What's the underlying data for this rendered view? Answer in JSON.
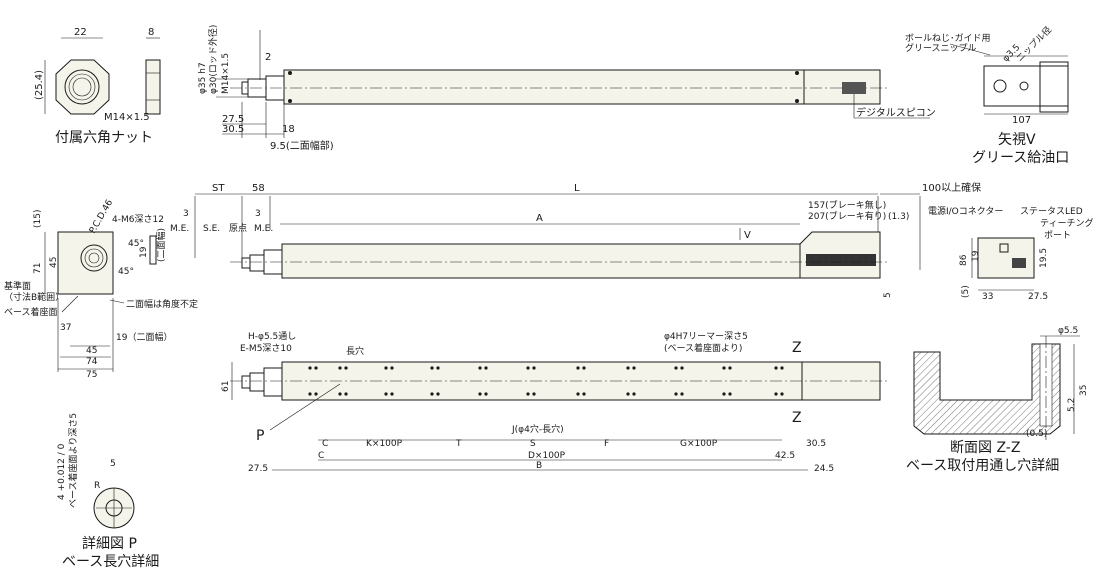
{
  "nut": {
    "dims": [
      "22",
      "8",
      "(25.4)",
      "M14×1.5"
    ],
    "caption": "付属六角ナット"
  },
  "rod_view": {
    "dims_vertical": [
      "φ35 h7",
      "φ30(ロッド外径)",
      "M14×1.5"
    ],
    "dims": [
      "2",
      "27.5",
      "30.5",
      "18",
      "9.5(二面幅部)"
    ],
    "label": "デジタルスピコン"
  },
  "view_v": {
    "label_top_line1": "ボールねじ･ガイド用",
    "label_top_line2": "グリースニップル",
    "dim_phi": "φ3.5",
    "dim_phi_note": "ニップル径",
    "dim_width": "107",
    "caption_line1": "矢視V",
    "caption_line2": "グリース給油口"
  },
  "end_view": {
    "dims_left": [
      "(15)",
      "45",
      "71"
    ],
    "pcd": "P.C.D.46",
    "hole": "4-M6深さ12",
    "angle1": "45°",
    "angle2": "45°",
    "side_dims": [
      "19",
      "(二面幅)"
    ],
    "label_base_line1": "基準面",
    "label_base_line2": "（寸法B範囲）",
    "label_mount": "ベース着座面",
    "label_twoface": "二面幅は角度不定",
    "dims_bottom": [
      "37",
      "19（二面幅）",
      "45",
      "74",
      "75"
    ]
  },
  "main_side": {
    "dims_top": [
      "ST",
      "58",
      "L",
      "A",
      "100以上確保"
    ],
    "stroke_marks": [
      "3",
      "M.E.",
      "S.E.",
      "原点",
      "3",
      "M.E."
    ],
    "brake_line1": "157(ブレーキ無し)",
    "brake_line2": "207(ブレーキ有り)",
    "dim_13": "(1.3)",
    "arrow_v": "V",
    "dim_5": "5"
  },
  "right_end": {
    "labels": [
      "電源I/Oコネクター",
      "ステータスLED",
      "ティーチング",
      "ポート"
    ],
    "dims": [
      "86",
      "19",
      "19.5",
      "(5)",
      "33",
      "27.5"
    ]
  },
  "bottom_view": {
    "hole_labels": [
      "H-φ5.5通し",
      "E-M5深さ10",
      "長穴"
    ],
    "reamer_line1": "φ4H7リーマー深さ5",
    "reamer_line2": "(ベース着座面より)",
    "z_mark": "Z",
    "dim_61": "61",
    "p_mark": "P",
    "dims_chain": [
      "C",
      "K×100P",
      "T",
      "S",
      "F",
      "G×100P"
    ],
    "dim_j": "J(φ4穴-長穴)",
    "dim_c2": "C",
    "dim_d": "D×100P",
    "dim_305": "30.5",
    "dim_425": "42.5",
    "dim_275": "27.5",
    "dim_b": "B",
    "dim_245": "24.5"
  },
  "detail_p": {
    "tolerance": "4 +0.012 / 0",
    "vert_label": "ベース着座面より深さ5",
    "dim_5": "5",
    "radius": "R",
    "caption_line1": "詳細図 P",
    "caption_line2": "ベース長穴詳細"
  },
  "section_zz": {
    "dims": [
      "φ5.5",
      "35",
      "5.2",
      "(0.5)"
    ],
    "caption_line1": "断面図 Z-Z",
    "caption_line2": "ベース取付用通し穴詳細"
  }
}
